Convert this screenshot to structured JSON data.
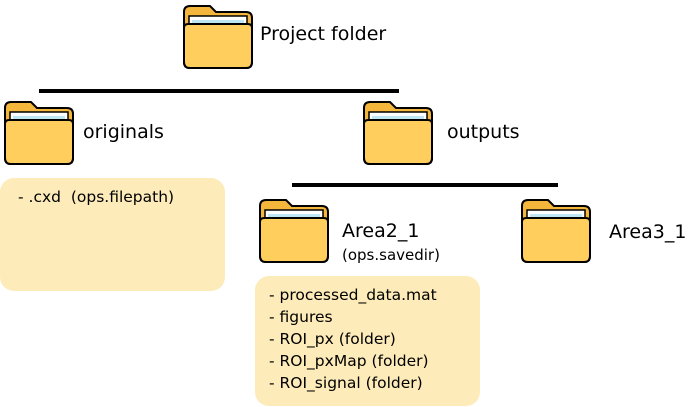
{
  "colors": {
    "folder_fill": "#FFCE5C",
    "folder_back": "#F5B63C",
    "folder_paper": "#FFFFFF",
    "folder_stripe": "#BFE6F5",
    "note_fill": "#FDEBB9",
    "line": "#000000"
  },
  "root": {
    "icon": "folder-icon",
    "label": "Project folder"
  },
  "originals": {
    "icon": "folder-icon",
    "label": "originals"
  },
  "outputs": {
    "icon": "folder-icon",
    "label": "outputs"
  },
  "area2": {
    "icon": "folder-icon",
    "label": "Area2_1",
    "sublabel": "(ops.savedir)"
  },
  "area3": {
    "icon": "folder-icon",
    "label": "Area3_1"
  },
  "originals_note": {
    "items": [
      "- .cxd  (ops.filepath)"
    ]
  },
  "area2_note": {
    "items": [
      "- processed_data.mat",
      "- figures",
      "- ROI_px (folder)",
      "- ROI_pxMap (folder)",
      "- ROI_signal (folder)"
    ]
  }
}
